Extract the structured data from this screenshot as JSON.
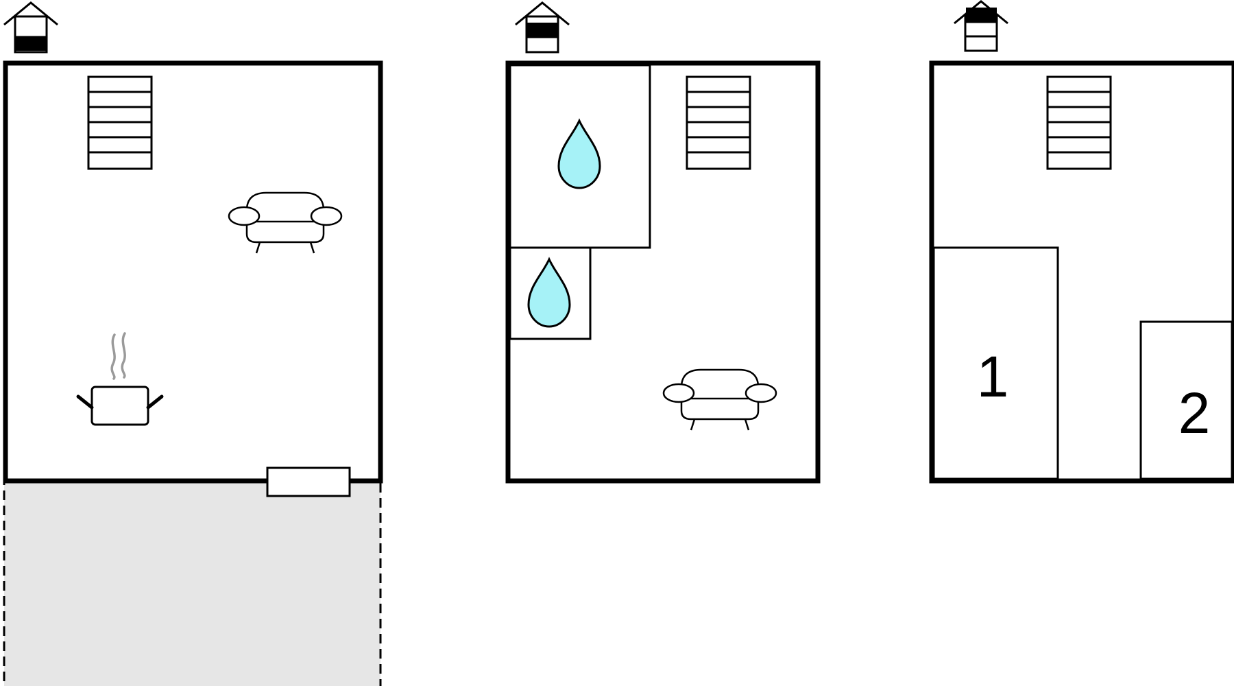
{
  "floors": [
    {
      "id": "ground-floor",
      "level_indicator": "bottom",
      "icons": [
        "stairs-icon",
        "sofa-icon",
        "cooking-pot-icon",
        "door-threshold-icon"
      ],
      "terrace": "dashed-gray-area"
    },
    {
      "id": "first-floor",
      "level_indicator": "middle",
      "icons": [
        "water-drop-icon",
        "water-drop-icon",
        "stairs-icon",
        "sofa-icon"
      ]
    },
    {
      "id": "second-floor",
      "level_indicator": "top",
      "icons": [
        "stairs-icon"
      ],
      "rooms": [
        {
          "label": "1"
        },
        {
          "label": "2"
        }
      ]
    }
  ],
  "colors": {
    "wall": "#000000",
    "water": "#a6f2f7",
    "terrace": "#e6e6e6",
    "steam": "#9a9a9a"
  }
}
